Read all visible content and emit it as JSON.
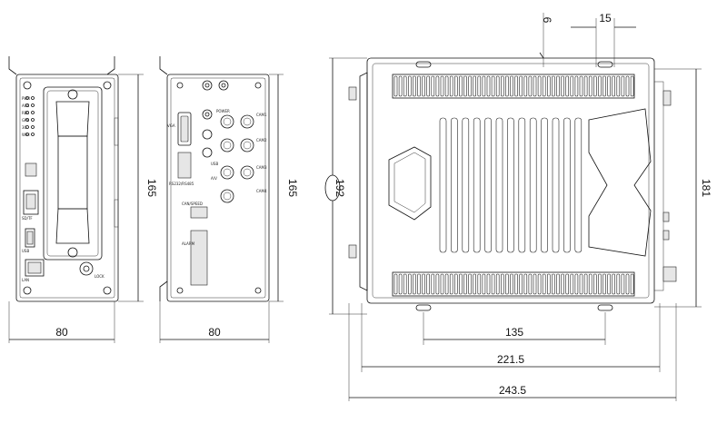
{
  "dimensions": {
    "front_width": "80",
    "front_height": "165",
    "rear_width": "80",
    "rear_height": "165",
    "top_height_outer": "192",
    "top_height_inner": "181",
    "top_width_135": "135",
    "top_width_221": "221.5",
    "top_width_243": "243.5",
    "top_slot_15": "15",
    "top_offset_6": "6"
  },
  "front_panel": {
    "leds": [
      "PWR",
      "ACC",
      "REC",
      "GPS",
      "3G",
      "WIFI"
    ],
    "usb_label": "USB",
    "sd_label": "SD/TF",
    "lan_label": "LAN",
    "lock_label": "LOCK"
  },
  "rear_panel": {
    "vga_label": "VGA",
    "power_label": "POWER",
    "cam_labels": [
      "CAM1",
      "CAM2",
      "CAM3",
      "CAM4"
    ],
    "av_label": "A/V",
    "usb_label": "USB",
    "rs_label": "RS232/RS485",
    "can_label": "CAN/SPEED",
    "alarm_label": "ALARM"
  }
}
